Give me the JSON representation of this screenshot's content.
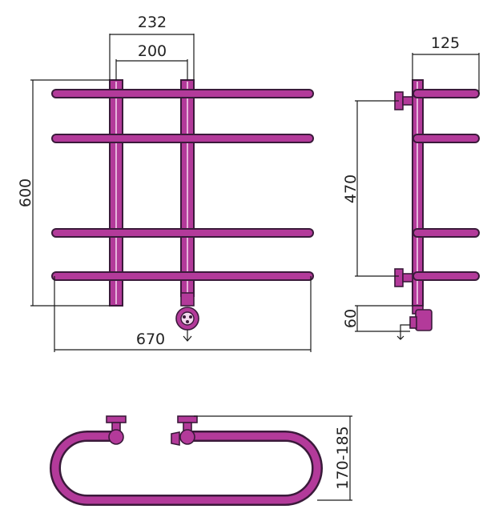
{
  "colors": {
    "pipe": "#b33a9a",
    "outline": "#3a1a3a",
    "dimension": "#1a1a1a"
  },
  "front_view": {
    "dim_outer_spacing": "232",
    "dim_inner_spacing": "200",
    "dim_height": "600",
    "dim_width": "670"
  },
  "side_view": {
    "dim_depth": "125",
    "dim_mount_spacing": "470",
    "dim_connector": "60"
  },
  "top_view": {
    "dim_wall_distance": "170-185"
  }
}
